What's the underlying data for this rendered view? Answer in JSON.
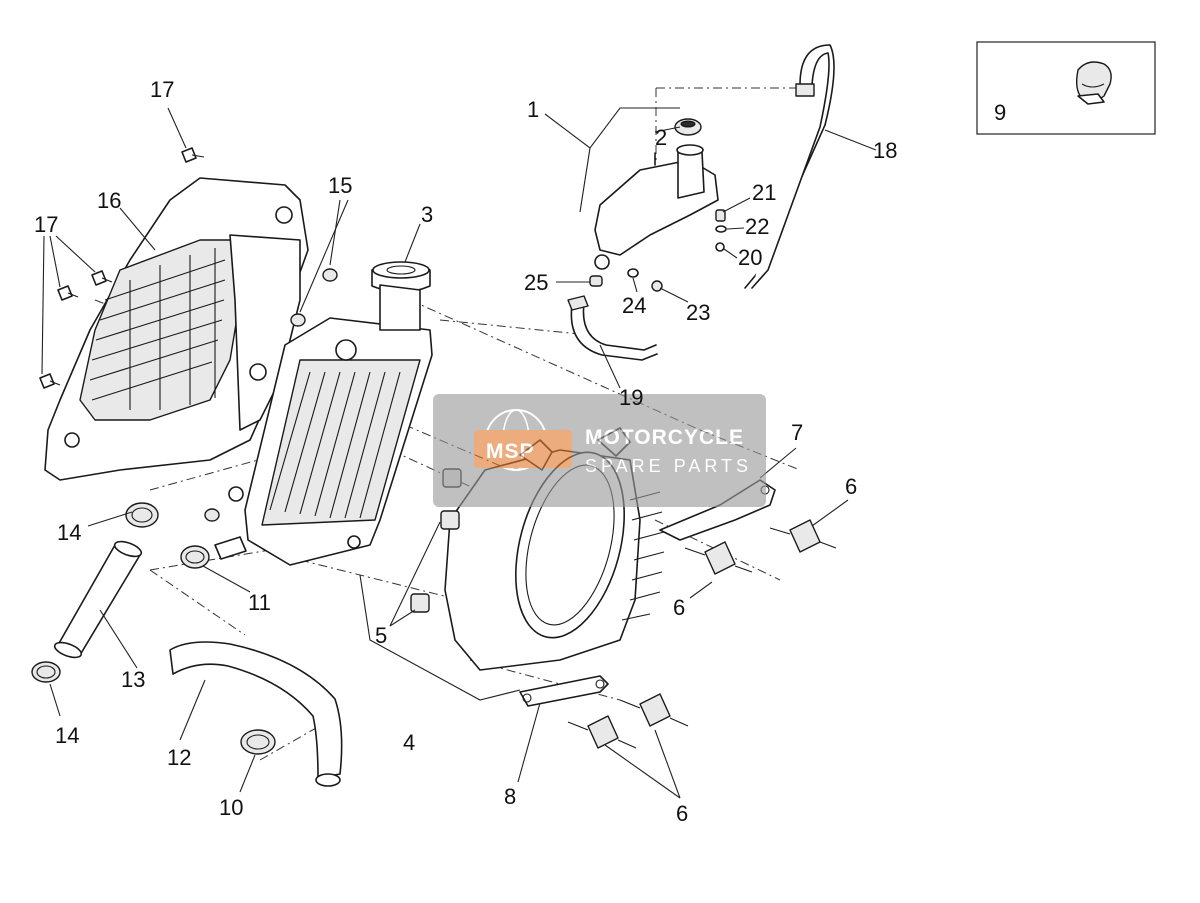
{
  "callouts": {
    "c1": "1",
    "c2": "2",
    "c3": "3",
    "c4": "4",
    "c5": "5",
    "c6a": "6",
    "c6b": "6",
    "c6c": "6",
    "c7": "7",
    "c8": "8",
    "c9": "9",
    "c10": "10",
    "c11": "11",
    "c12": "12",
    "c13": "13",
    "c14a": "14",
    "c14b": "14",
    "c15": "15",
    "c16": "16",
    "c17a": "17",
    "c17b": "17",
    "c18": "18",
    "c19": "19",
    "c20": "20",
    "c21": "21",
    "c22": "22",
    "c23": "23",
    "c24": "24",
    "c25": "25"
  },
  "watermark": {
    "logo": "MSP",
    "line1": "MOTORCYCLE",
    "line2": "SPARE PARTS",
    "color": "#9a9a9a",
    "accent": "#e37a2e"
  }
}
